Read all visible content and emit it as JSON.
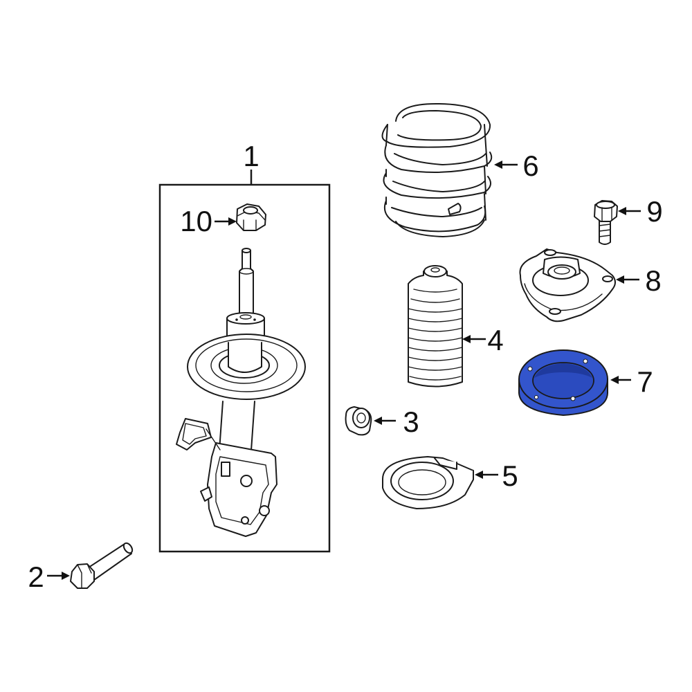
{
  "callouts": {
    "c1": "1",
    "c2": "2",
    "c3": "3",
    "c4": "4",
    "c5": "5",
    "c6": "6",
    "c7": "7",
    "c8": "8",
    "c9": "9",
    "c10": "10"
  },
  "parts": [
    {
      "callout": "1",
      "icon": "strut-assembly-icon",
      "highlighted": false
    },
    {
      "callout": "2",
      "icon": "bolt-icon",
      "highlighted": false
    },
    {
      "callout": "3",
      "icon": "nut-icon",
      "highlighted": false
    },
    {
      "callout": "4",
      "icon": "dust-boot-icon",
      "highlighted": false
    },
    {
      "callout": "5",
      "icon": "spring-seat-icon",
      "highlighted": false
    },
    {
      "callout": "6",
      "icon": "coil-spring-icon",
      "highlighted": false
    },
    {
      "callout": "7",
      "icon": "spring-insulator-icon",
      "highlighted": true
    },
    {
      "callout": "8",
      "icon": "strut-mount-icon",
      "highlighted": false
    },
    {
      "callout": "9",
      "icon": "mount-bolt-icon",
      "highlighted": false
    },
    {
      "callout": "10",
      "icon": "strut-nut-icon",
      "highlighted": false
    }
  ],
  "colors": {
    "highlight": "#3355cc",
    "highlight_dark": "#1f3a9e",
    "line": "#1a1a1a",
    "background": "#ffffff"
  }
}
